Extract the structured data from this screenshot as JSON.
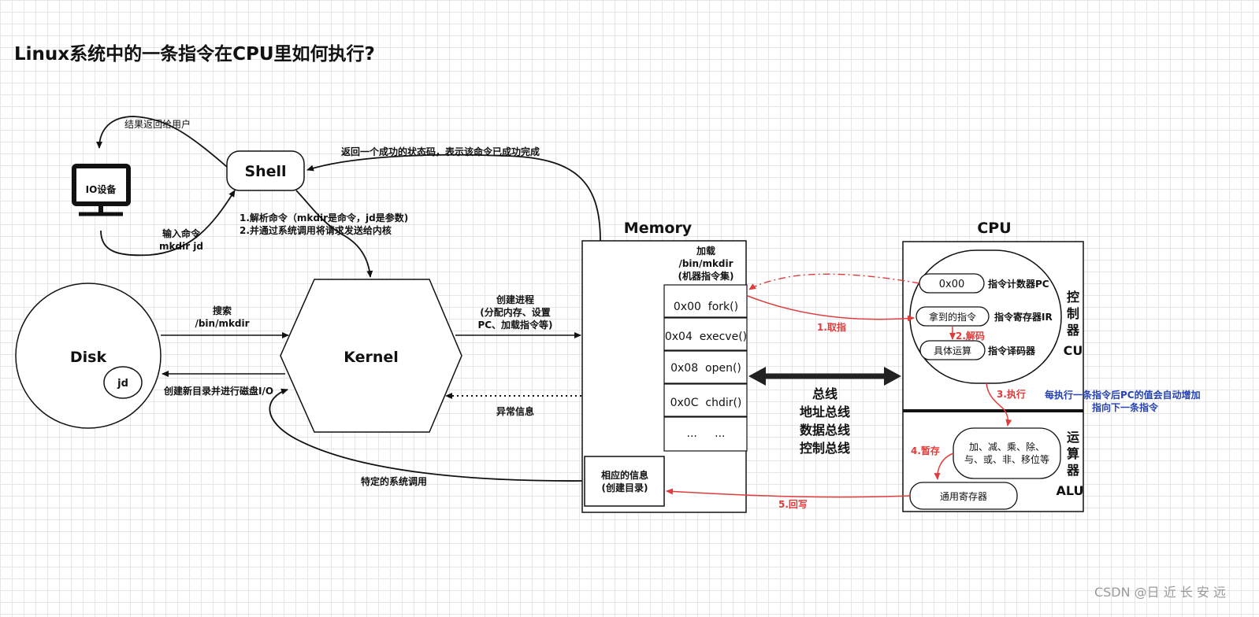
{
  "title": "Linux系统中的一条指令在CPU里如何执行?",
  "shell": {
    "label": "Shell"
  },
  "io": {
    "label": "IO设备",
    "return_label": "结果返回给用户",
    "input_line1": "输入命令",
    "input_line2": "mkdir jd"
  },
  "shell_to_kernel": {
    "line1": "1.解析命令（mkdir是命令，jd是参数)",
    "line2": "2.并通过系统调用将请求发送给内核"
  },
  "memory_to_shell": "返回一个成功的状态码，表示该命令已成功完成",
  "disk": {
    "label": "Disk",
    "child": "jd",
    "search_line1": "搜索",
    "search_line2": "/bin/mkdir",
    "create_dir": "创建新目录并进行磁盘I/O"
  },
  "kernel": {
    "label": "Kernel",
    "create_proc_line1": "创建进程",
    "create_proc_line2": "(分配内存、设置",
    "create_proc_line3": "PC、加载指令等)",
    "exception": "异常信息",
    "syscall": "特定的系统调用"
  },
  "memory": {
    "label": "Memory",
    "load_line1": "加载",
    "load_line2": "/bin/mkdir",
    "load_line3": "(机器指令集)",
    "instructions": [
      "0x00  fork()",
      "0x04  execve()",
      "0x08  open()",
      "0x0C  chdir()",
      "...     ..."
    ],
    "info_line1": "相应的信息",
    "info_line2": "(创建目录)"
  },
  "bus": {
    "line1": "总线",
    "line2": "地址总线",
    "line3": "数据总线",
    "line4": "控制总线"
  },
  "cpu": {
    "label": "CPU",
    "cu": {
      "c1": "控",
      "c2": "制",
      "c3": "器",
      "name": "CU"
    },
    "alu": {
      "c1": "运",
      "c2": "算",
      "c3": "器",
      "name": "ALU"
    },
    "pc_value": "0x00",
    "pc_label": "指令计数器PC",
    "ir_value": "拿到的指令",
    "ir_label": "指令寄存器IR",
    "decoder_value": "具体运算",
    "decoder_label": "指令译码器",
    "ops_line1": "加、减、乘、除、",
    "ops_line2": "与、或、非、移位等",
    "register": "通用寄存器"
  },
  "steps": {
    "fetch": "1.取指",
    "decode": "2.解码",
    "execute": "3.执行",
    "hold": "4.暂存",
    "writeback": "5.回写"
  },
  "note": {
    "line1": "每执行一条指令后PC的值会自动增加",
    "line2": "指向下一条指令"
  },
  "watermark": "CSDN @日 近 长 安 远",
  "colors": {
    "step_red": "#e03c3c",
    "note_blue": "#2541b2"
  }
}
